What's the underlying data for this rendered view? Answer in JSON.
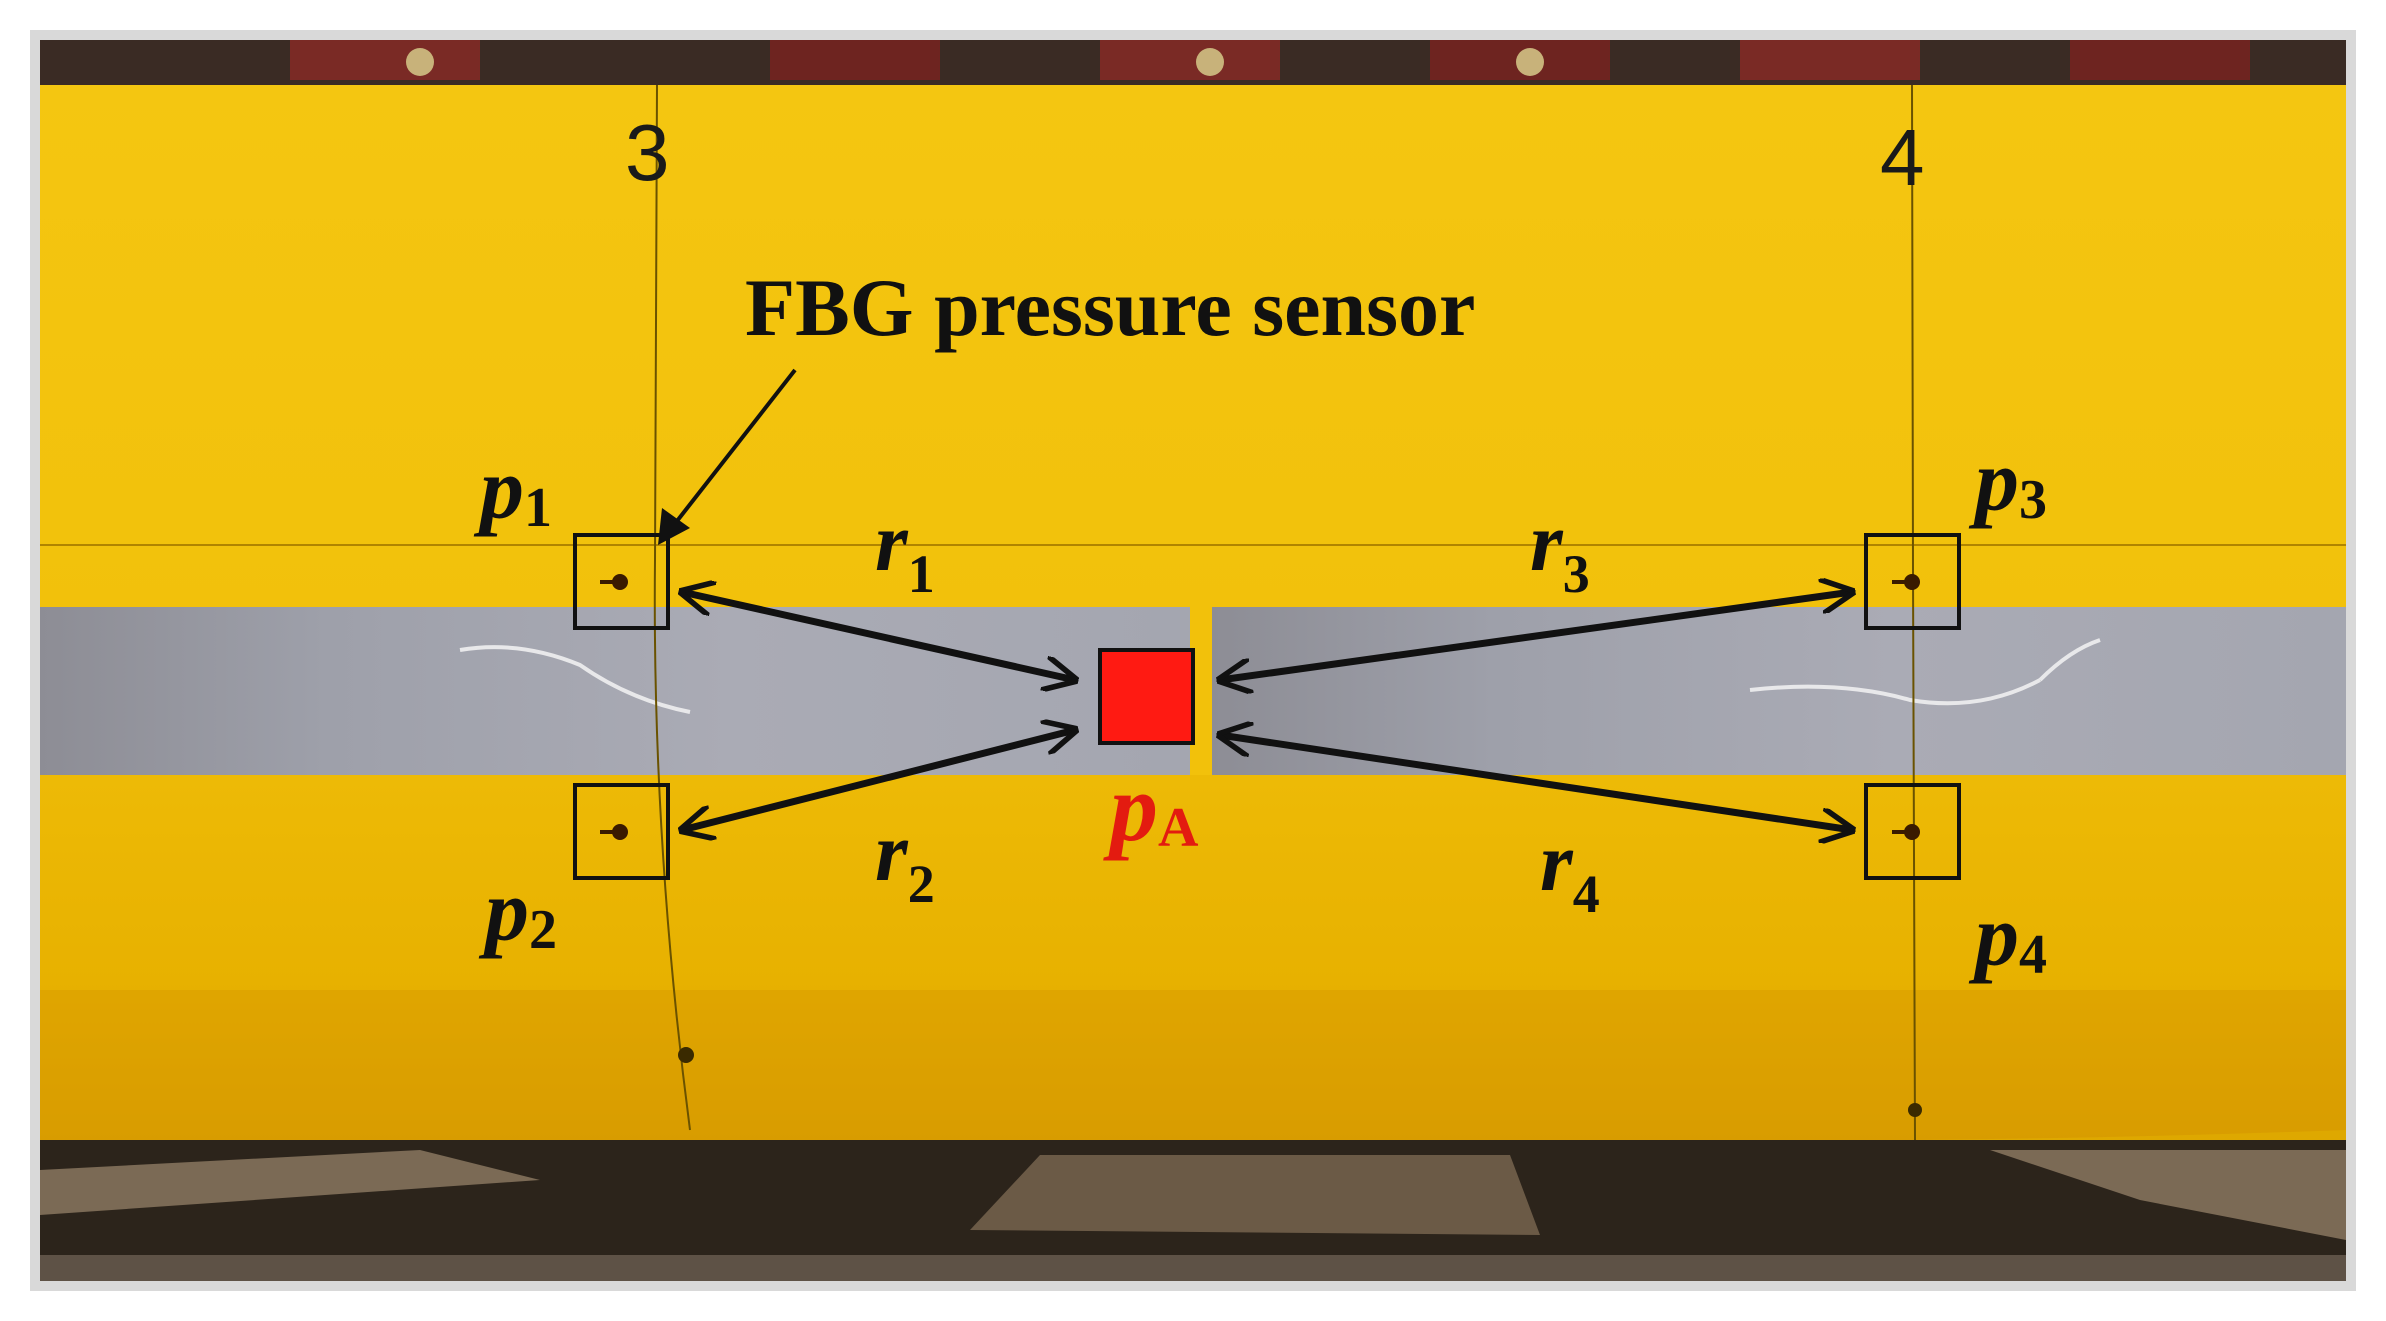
{
  "labels": {
    "pipe_marker_left": "3",
    "pipe_marker_right": "4",
    "sensor_callout": "FBG pressure sensor",
    "source_base": "p",
    "source_sub": "A"
  },
  "sensors": [
    {
      "base": "p",
      "sub": "1",
      "dist_base": "r",
      "dist_sub": "1"
    },
    {
      "base": "p",
      "sub": "2",
      "dist_base": "r",
      "dist_sub": "2"
    },
    {
      "base": "p",
      "sub": "3",
      "dist_base": "r",
      "dist_sub": "3"
    },
    {
      "base": "p",
      "sub": "4",
      "dist_base": "r",
      "dist_sub": "4"
    }
  ],
  "colors": {
    "pipe": "#f1c10a",
    "crack_band": "#a9aab4",
    "source_marker": "#ff1a12",
    "source_label": "#e31b10",
    "arrow": "#111111"
  }
}
